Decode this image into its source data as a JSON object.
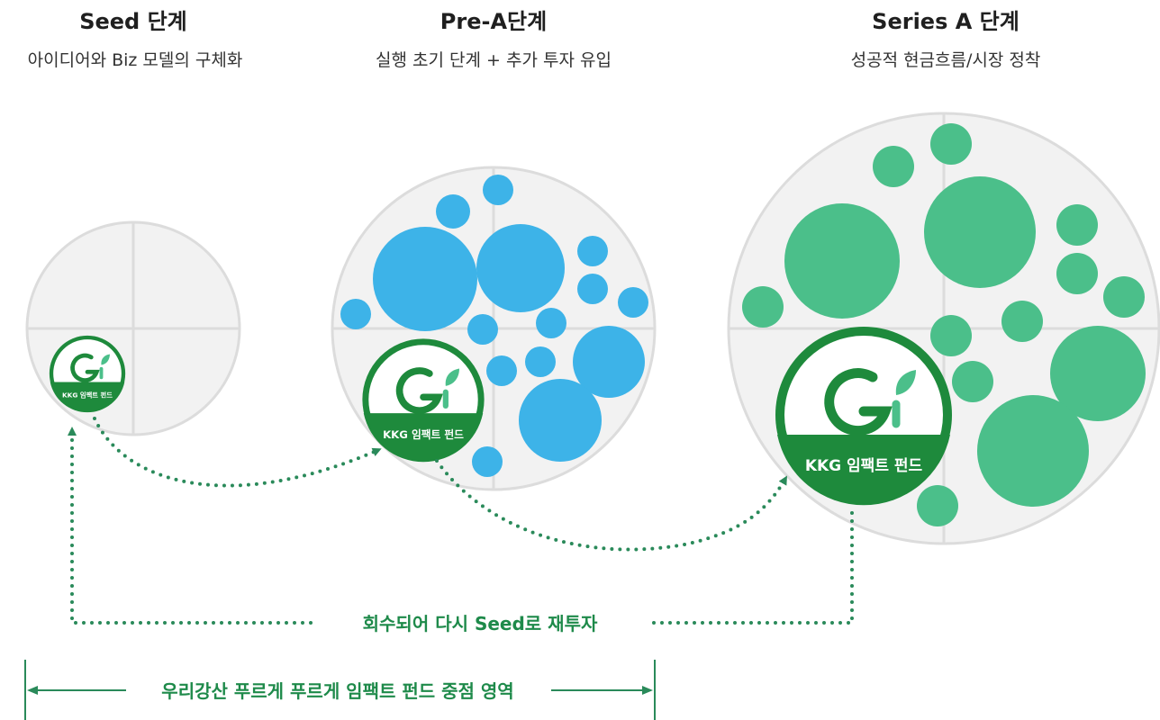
{
  "stages": [
    {
      "title": "Seed 단계",
      "subtitle": "아이디어와 Biz 모델의 구체화"
    },
    {
      "title": "Pre-A단계",
      "subtitle": "실행 초기 단계 + 추가 투자 유입"
    },
    {
      "title": "Series A 단계",
      "subtitle": "성공적 현금흐름/시장 정착"
    }
  ],
  "badge": {
    "label": "KKG 임팩트 펀드",
    "logo_text": "Gi"
  },
  "reinvest_label": "회수되어 다시 Seed로 재투자",
  "focus_label": "우리강산 푸르게 푸르게 임팩트 펀드 중점 영역",
  "colors": {
    "circle_fill": "#f2f2f2",
    "circle_stroke": "#dcdcdc",
    "blue": "#3db3e8",
    "green_bubble": "#4bbf8a",
    "brand_green": "#1e8a3c",
    "dotted": "#2a8a5a",
    "label_green": "#1e8a4a"
  }
}
